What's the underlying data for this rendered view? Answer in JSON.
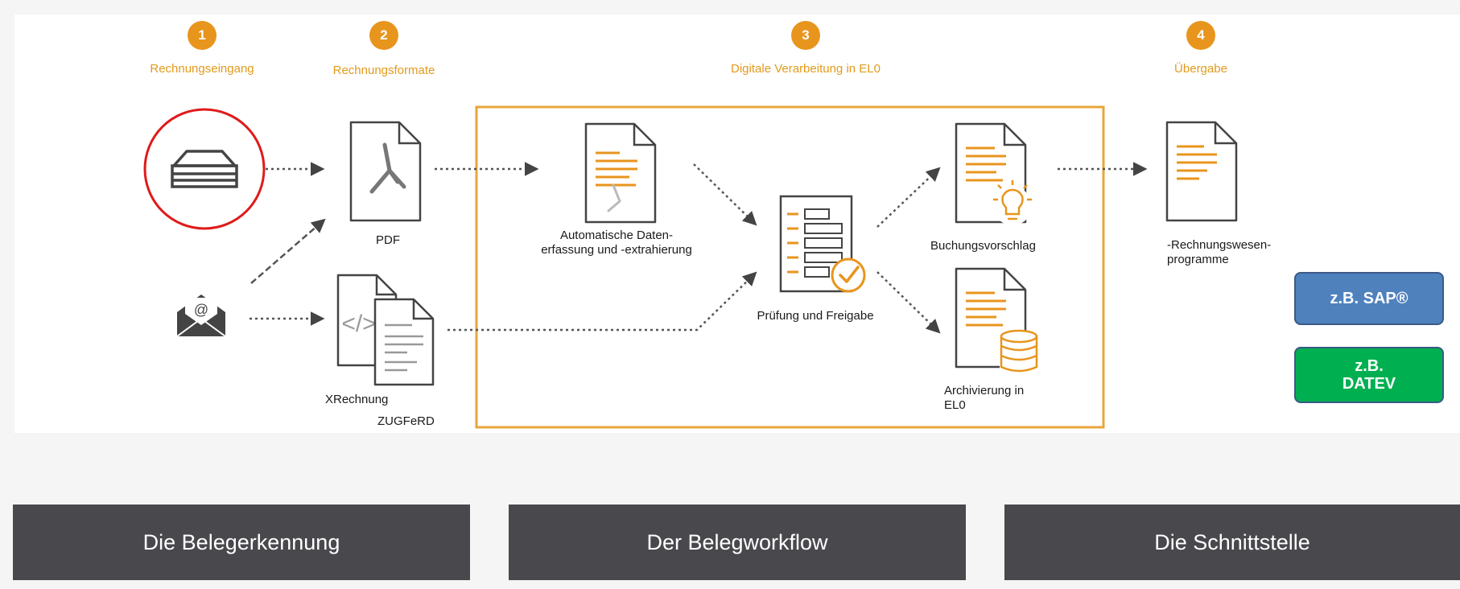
{
  "steps": [
    {
      "number": "1",
      "label": "Rechnungseingang"
    },
    {
      "number": "2",
      "label": "Rechnungsformate"
    },
    {
      "number": "3",
      "label": "Digitale Verarbeitung in EL0"
    },
    {
      "number": "4",
      "label": "Übergabe"
    }
  ],
  "labels": {
    "pdf": "PDF",
    "xrechnung": "XRechnung",
    "zugferd": "ZUGFeRD",
    "extraction_line1": "Automatische Daten-",
    "extraction_line2": "erfassung und -extrahierung",
    "review": "Prüfung und Freigabe",
    "booking": "Buchungsvorschlag",
    "archive_line1": "Archivierung in",
    "archive_line2": "EL0",
    "accounting_line1": "-Rechnungswesen-",
    "accounting_line2": "programme"
  },
  "badges": {
    "sap": "z.B. SAP®",
    "datev_line1": "z.B.",
    "datev_line2": "DATEV"
  },
  "footer": {
    "recognition": "Die Belegerkennung",
    "workflow": "Der Belegworkflow",
    "interface": "Die Schnittstelle"
  },
  "colors": {
    "accent": "#e8951d",
    "highlight_circle": "#e01a1a",
    "sap_badge": "#4f81bd",
    "datev_badge": "#00b050",
    "footer_bg": "#48484d"
  }
}
